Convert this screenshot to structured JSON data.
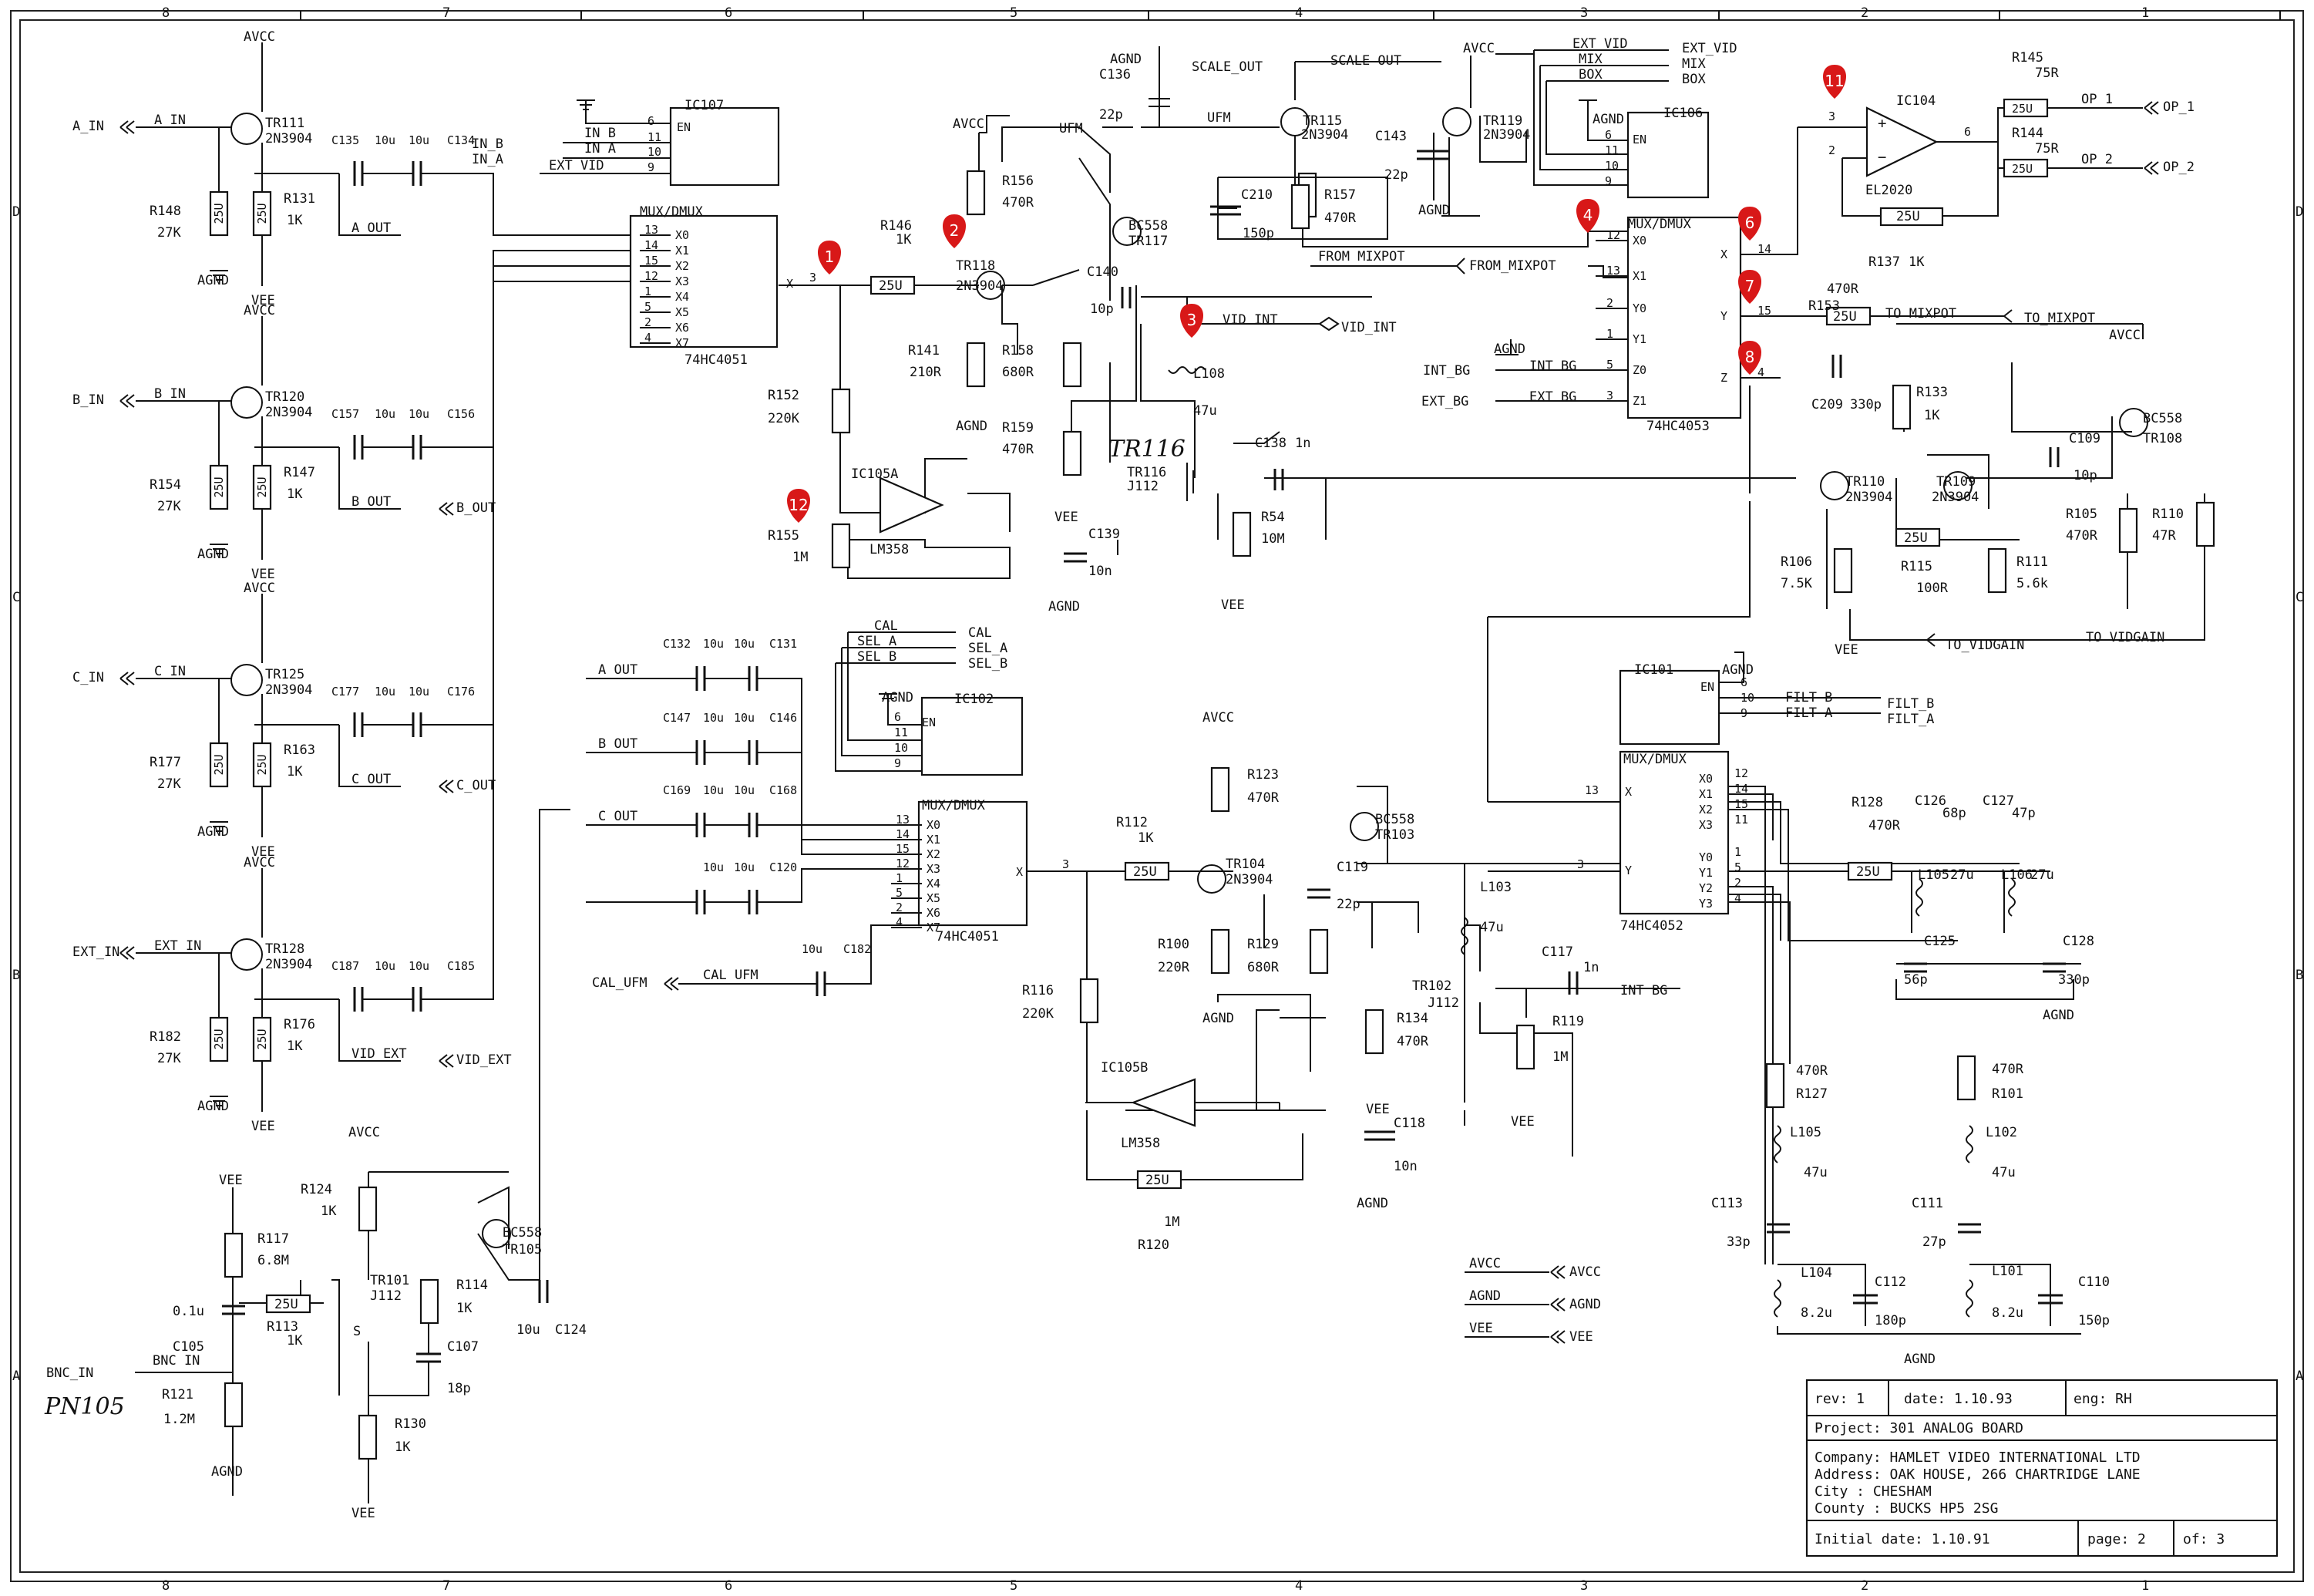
{
  "sheet": {
    "border_columns": [
      "8",
      "7",
      "6",
      "5",
      "4",
      "3",
      "2",
      "1"
    ],
    "border_rows": [
      "D",
      "C",
      "B",
      "A"
    ]
  },
  "handwritten_note": "PN105",
  "markers": [
    "1",
    "2",
    "3",
    "4",
    "6",
    "7",
    "8",
    "11",
    "12"
  ],
  "inputs": {
    "a": {
      "port": "A_IN",
      "net": "A IN",
      "tr": "TR111",
      "trtype": "2N3904",
      "r_bias": "R148",
      "r_bias_val": "27K",
      "r_emit": "R131",
      "r_emit_val": "1K",
      "c1": "C135",
      "c1v": "10u",
      "c2": "C134",
      "c2v": "10u",
      "out": "A_OUT",
      "r_pack": "25U"
    },
    "b": {
      "port": "B_IN",
      "net": "B IN",
      "tr": "TR120",
      "trtype": "2N3904",
      "r_bias": "R154",
      "r_bias_val": "27K",
      "r_emit": "R147",
      "r_emit_val": "1K",
      "c1": "C157",
      "c1v": "10u",
      "c2": "C156",
      "c2v": "10u",
      "out": "B_OUT",
      "out_port": "B_OUT"
    },
    "c": {
      "port": "C_IN",
      "net": "C IN",
      "tr": "TR125",
      "trtype": "2N3904",
      "r_bias": "R177",
      "r_bias_val": "27K",
      "r_emit": "R163",
      "r_emit_val": "1K",
      "c1": "C177",
      "c1v": "10u",
      "c2": "C176",
      "c2v": "10u",
      "out": "C OUT",
      "out_port": "C_OUT"
    },
    "ext": {
      "port": "EXT_IN",
      "net": "EXT IN",
      "tr": "TR128",
      "trtype": "2N3904",
      "r_bias": "R182",
      "r_bias_val": "27K",
      "r_emit": "R176",
      "r_emit_val": "1K",
      "c1": "C187",
      "c1v": "10u",
      "c2": "C185",
      "c2v": "10u",
      "out": "VID EXT",
      "out_port": "VID_EXT"
    }
  },
  "rails": {
    "avcc": "AVCC",
    "agnd": "AGND",
    "vee": "VEE"
  },
  "ic107": {
    "name": "IC107",
    "type": "74HC4051",
    "title": "MUX/DMUX",
    "en": "EN",
    "ctrl": [
      "IN B",
      "IN A",
      "EXT VID"
    ],
    "ctrl_ports": [
      "IN_B",
      "IN_A"
    ],
    "ctrl_pins": [
      "6",
      "11",
      "10",
      "9"
    ],
    "inputs": [
      "X0",
      "X1",
      "X2",
      "X3",
      "X4",
      "X5",
      "X6",
      "X7"
    ],
    "in_pins": [
      "13",
      "14",
      "15",
      "12",
      "1",
      "5",
      "2",
      "4"
    ],
    "out": "X",
    "out_pin": "3"
  },
  "ic102": {
    "name": "IC102",
    "type": "74HC4051",
    "title": "MUX/DMUX",
    "en": "EN",
    "ctrl": [
      "CAL",
      "SEL A",
      "SEL B"
    ],
    "ctrl_ports": [
      "CAL",
      "SEL_A",
      "SEL_B"
    ],
    "ctrl_pins": [
      "6",
      "11",
      "10",
      "9"
    ],
    "inputs": [
      "X0",
      "X1",
      "X2",
      "X3",
      "X4",
      "X5",
      "X6",
      "X7"
    ],
    "in_pins": [
      "13",
      "14",
      "15",
      "12",
      "1",
      "5",
      "2",
      "4"
    ],
    "out": "X",
    "out_pin": "3"
  },
  "ic106": {
    "name": "IC106",
    "type": "74HC4053",
    "title": "MUX/DMUX",
    "ctrl": [
      "EXT VID",
      "MIX",
      "BOX"
    ],
    "ctrl_ports": [
      "EXT_VID",
      "MIX",
      "BOX"
    ],
    "ctrl_pins": [
      "6",
      "11",
      "10",
      "9"
    ],
    "en": "EN",
    "pins_left": [
      "X0",
      "X1",
      "Y0",
      "Y1",
      "Z0",
      "Z1"
    ],
    "pin_nums_left": [
      "12",
      "13",
      "2",
      "1",
      "5",
      "3"
    ],
    "pins_right": [
      "X",
      "Y",
      "Z"
    ],
    "pin_nums_right": [
      "14",
      "15",
      "4"
    ]
  },
  "ic101": {
    "name": "IC101",
    "type": "74HC4052",
    "title": "MUX/DMUX",
    "ctrl": [
      "FILT B",
      "FILT A"
    ],
    "ctrl_ports": [
      "FILT_B",
      "FILT_A"
    ],
    "ctrl_pins": [
      "6",
      "10",
      "9"
    ],
    "en": "EN",
    "x_pins": [
      "X0",
      "X1",
      "X2",
      "X3"
    ],
    "x_nums": [
      "12",
      "14",
      "15",
      "11"
    ],
    "y_pins": [
      "Y0",
      "Y1",
      "Y2",
      "Y3"
    ],
    "y_nums": [
      "1",
      "5",
      "2",
      "4"
    ],
    "x_in": "13",
    "y_in": "3"
  },
  "ic104": {
    "name": "IC104",
    "type": "EL2020",
    "pin_plus": "3",
    "pin_minus": "2",
    "pin_out": "6"
  },
  "outputs": [
    {
      "r": "R145",
      "rv": "75R",
      "net": "OP 1",
      "port": "OP_1"
    },
    {
      "r": "R144",
      "rv": "75R",
      "net": "OP 2",
      "port": "OP_2"
    }
  ],
  "r137": {
    "name": "R137",
    "val": "1K"
  },
  "top_center": {
    "r146": "R146",
    "r146v": "1K",
    "tr118": "TR118",
    "tr118t": "2N3904",
    "r156": "R156",
    "r156v": "470R",
    "tr117": "TR117",
    "tr117t": "BC558",
    "c140": "C140",
    "c140v": "10p",
    "r141": "R141",
    "r141v": "210R",
    "r158": "R158",
    "r158v": "680R",
    "r159": "R159",
    "r159v": "470R",
    "r152": "R152",
    "r152v": "220K",
    "r155": "R155",
    "r155v": "1M",
    "ic105a": "IC105A",
    "lm358": "LM358",
    "c139": "C139",
    "c139v": "10n",
    "l108": "L108",
    "l108v": "47u",
    "tr116": "TR116",
    "tr116t": "J112",
    "tr116h": "TR116",
    "c138": "C138",
    "c138v": "1n",
    "r54": "R54",
    "r54v": "10M",
    "vid_int": "VID INT",
    "vid_int_port": "VID_INT",
    "c136": "C136",
    "c136v": "22p",
    "ufm": "UFM",
    "ufm_net": "UFM",
    "scale_port": "SCALE_OUT",
    "scale_net": "SCALE OUT",
    "tr115": "TR115",
    "tr115t": "2N3904",
    "tr119": "TR119",
    "tr119t": "2N3904",
    "c143": "C143",
    "c143v": "22p",
    "c210": "C210",
    "c210v": "150p",
    "r157": "R157",
    "r157v": "470R",
    "from_mix": "FROM MIXPOT",
    "from_mix_port": "FROM_MIXPOT",
    "to_mix": "TO MIXPOT",
    "to_mix_port": "TO_MIXPOT",
    "int_bg": "INT BG",
    "int_bg_port": "INT_BG",
    "ext_bg": "EXT BG",
    "ext_bg_port": "EXT_BG",
    "r153": "R153",
    "r153v": "470R",
    "c209": "C209",
    "c209v": "330p"
  },
  "right_mid": {
    "r133": "R133",
    "r133v": "1K",
    "tr108": "TR108",
    "tr108t": "BC558",
    "c109": "C109",
    "c109v": "10p",
    "tr110": "TR110",
    "tr110t": "2N3904",
    "tr109": "TR109",
    "tr109t": "2N3904",
    "r105": "R105",
    "r105v": "470R",
    "r110": "R110",
    "r110v": "47R",
    "r106": "R106",
    "r106v": "7.5K",
    "r115": "R115",
    "r115v": "100R",
    "r111": "R111",
    "r111v": "5.6k",
    "to_vidgain": "TO VIDGAIN",
    "to_vidgain_port": "TO_VIDGAIN"
  },
  "middle": {
    "c132": "C132",
    "c131": "C131",
    "c147": "C147",
    "c146": "C146",
    "c169": "C169",
    "c168": "C168",
    "c120": "C120",
    "c182": "C182",
    "cv": "10u",
    "a_out": "A OUT",
    "b_out": "B OUT",
    "c_out": "C OUT",
    "cal_ufm_port": "CAL_UFM",
    "cal_ufm": "CAL UFM",
    "r112": "R112",
    "r112v": "1K",
    "tr104": "TR104",
    "tr104t": "2N3904",
    "r123": "R123",
    "r123v": "470R",
    "tr103": "TR103",
    "tr103t": "BC558",
    "c119": "C119",
    "c119v": "22p",
    "r100": "R100",
    "r100v": "220R",
    "r129": "R129",
    "r129v": "680R",
    "r116": "R116",
    "r116v": "220K",
    "ic105b": "IC105B",
    "lm358": "LM358",
    "r120": "R120",
    "r120v": "1M",
    "r134": "R134",
    "r134v": "470R",
    "c118": "C118",
    "c118v": "10n",
    "l103": "L103",
    "l103v": "47u",
    "tr102": "TR102",
    "tr102t": "J112",
    "c117": "C117",
    "c117v": "1n",
    "int_bg": "INT BG",
    "r119": "R119",
    "r119v": "1M"
  },
  "filters": {
    "r128": "R128",
    "r128v": "470R",
    "c126": "C126",
    "c126v": "68p",
    "c127": "C127",
    "c127v": "47p",
    "l105": "L105",
    "l105v": "27u",
    "l106": "L106",
    "l106v": "27u",
    "c125": "C125",
    "c125v": "56p",
    "c128": "C128",
    "c128v": "330p",
    "r127": "R127",
    "r127v": "470R",
    "l105b": "L105",
    "l105bv": "47u",
    "r101": "R101",
    "r101v": "470R",
    "l102": "L102",
    "l102v": "47u",
    "c113": "C113",
    "c113v": "33p",
    "l104": "L104",
    "l104v": "8.2u",
    "c112": "C112",
    "c112v": "180p",
    "c111": "C111",
    "c111v": "27p",
    "l101": "L101",
    "l101v": "8.2u",
    "c110": "C110",
    "c110v": "150p"
  },
  "bnc": {
    "port": "BNC_IN",
    "net": "BNC IN",
    "r117": "R117",
    "r117v": "6.8M",
    "c105": "C105",
    "c105v": "0.1u",
    "r113": "R113",
    "r113v": "1K",
    "tr101": "TR101",
    "tr101t": "J112",
    "r124": "R124",
    "r124v": "1K",
    "tr105": "TR105",
    "tr105t": "BC558",
    "r114": "R114",
    "r114v": "1K",
    "c107": "C107",
    "c107v": "18p",
    "c124": "C124",
    "c124v": "10u",
    "r121": "R121",
    "r121v": "1.2M",
    "r130": "R130",
    "r130v": "1K",
    "s": "S"
  },
  "power_ports": [
    {
      "net": "AVCC",
      "port": "AVCC"
    },
    {
      "net": "AGND",
      "port": "AGND"
    },
    {
      "net": "VEE",
      "port": "VEE"
    }
  ],
  "title_block": {
    "rev": "rev: 1",
    "date": "date: 1.10.93",
    "eng": "eng: RH",
    "project": "Project: 301 ANALOG BOARD",
    "company": "Company: HAMLET VIDEO INTERNATIONAL LTD",
    "address": "Address: OAK HOUSE, 266 CHARTRIDGE LANE",
    "city": "City    : CHESHAM",
    "county": "County  : BUCKS      HP5 2SG",
    "initial": "Initial date: 1.10.91",
    "page": "page: 2",
    "of": "of: 3"
  }
}
